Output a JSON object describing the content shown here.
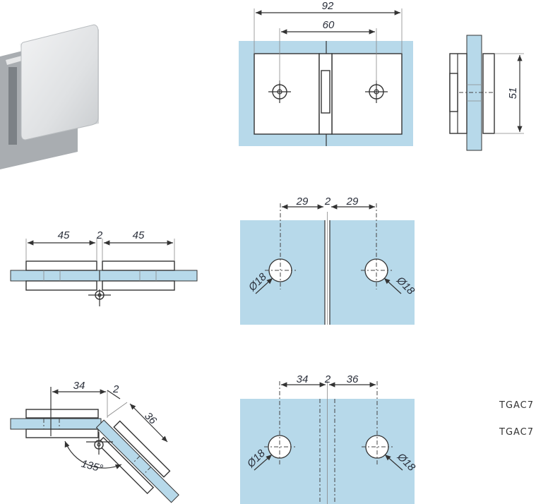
{
  "colors": {
    "glass": "#b7d9ea",
    "line": "#333333"
  },
  "front_view": {
    "overall_width": "92",
    "hole_spacing": "60"
  },
  "side_view": {
    "height": "51"
  },
  "straight_section": {
    "left": "45",
    "gap": "2",
    "right": "45"
  },
  "straight_front": {
    "left": "29",
    "gap": "2",
    "right": "29",
    "hole_left": "Ø18",
    "hole_right": "Ø18"
  },
  "angled_section": {
    "left": "34",
    "gap": "2",
    "right": "36",
    "angle": "135°"
  },
  "angled_front": {
    "left": "34",
    "gap": "2",
    "right": "36",
    "hole_left": "Ø18",
    "hole_right": "Ø18"
  },
  "codes": [
    "TGAC7",
    "TGAC7"
  ]
}
